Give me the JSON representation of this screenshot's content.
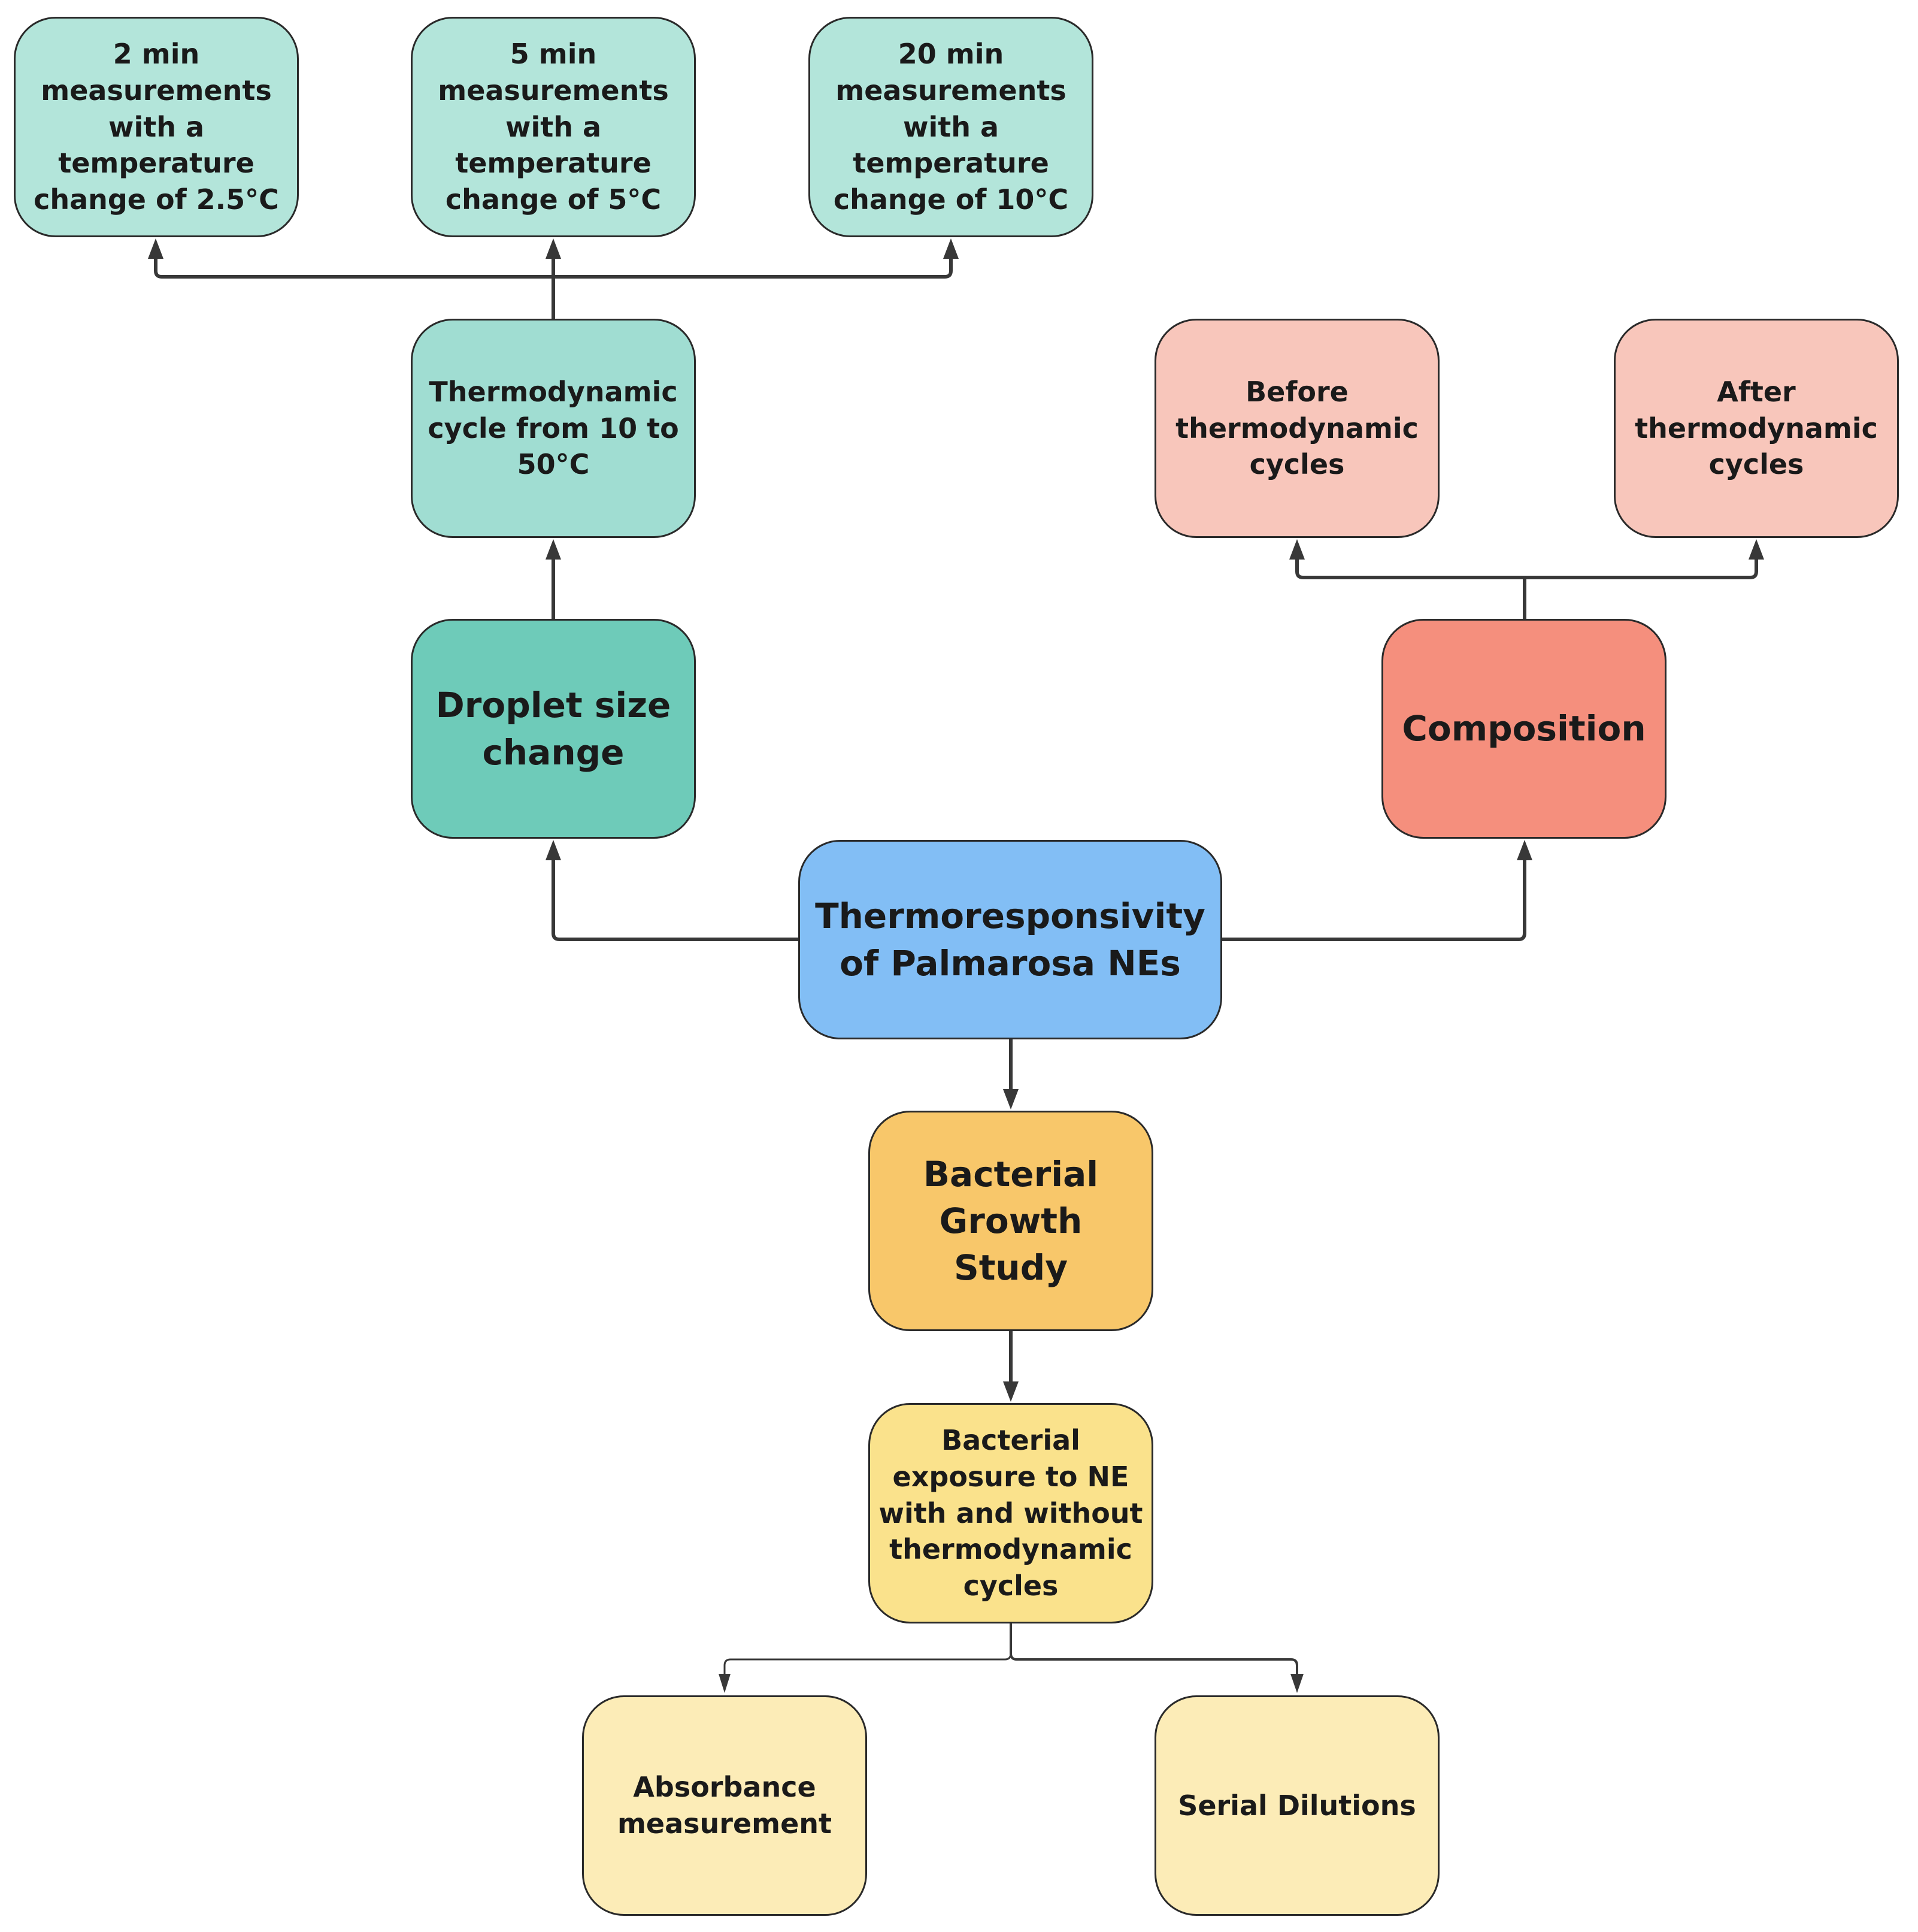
{
  "nodes": {
    "time_2min": "2 min measurements with a temperature change of 2.5°C",
    "time_5min": "5 min measurements with a temperature change of 5°C",
    "time_20min": "20 min measurements with a temperature change of 10°C",
    "thermo_cycle": "Thermodynamic cycle from 10 to 50°C",
    "before_cycles": "Before thermodynamic cycles",
    "after_cycles": "After thermodynamic cycles",
    "droplet_size": "Droplet size change",
    "composition": "Composition",
    "central": "Thermoresponsivity of Palmarosa NEs",
    "bacterial_growth": "Bacterial Growth Study",
    "bacterial_exposure": "Bacterial exposure to NE with and without thermodynamic cycles",
    "absorbance": "Absorbance measurement",
    "serial_dilutions": "Serial Dilutions"
  },
  "colors": {
    "time_boxes": "#b3e5da",
    "thermo_cycle": "#a0ddd2",
    "droplet_size": "#6ecbb9",
    "before_after": "#f8c6bb",
    "composition": "#f58f7d",
    "central": "#82bef5",
    "bacterial_growth": "#f8c76a",
    "bacterial_exposure": "#fae28c",
    "leaf_yellow": "#fcecb7",
    "line": "#383838"
  }
}
